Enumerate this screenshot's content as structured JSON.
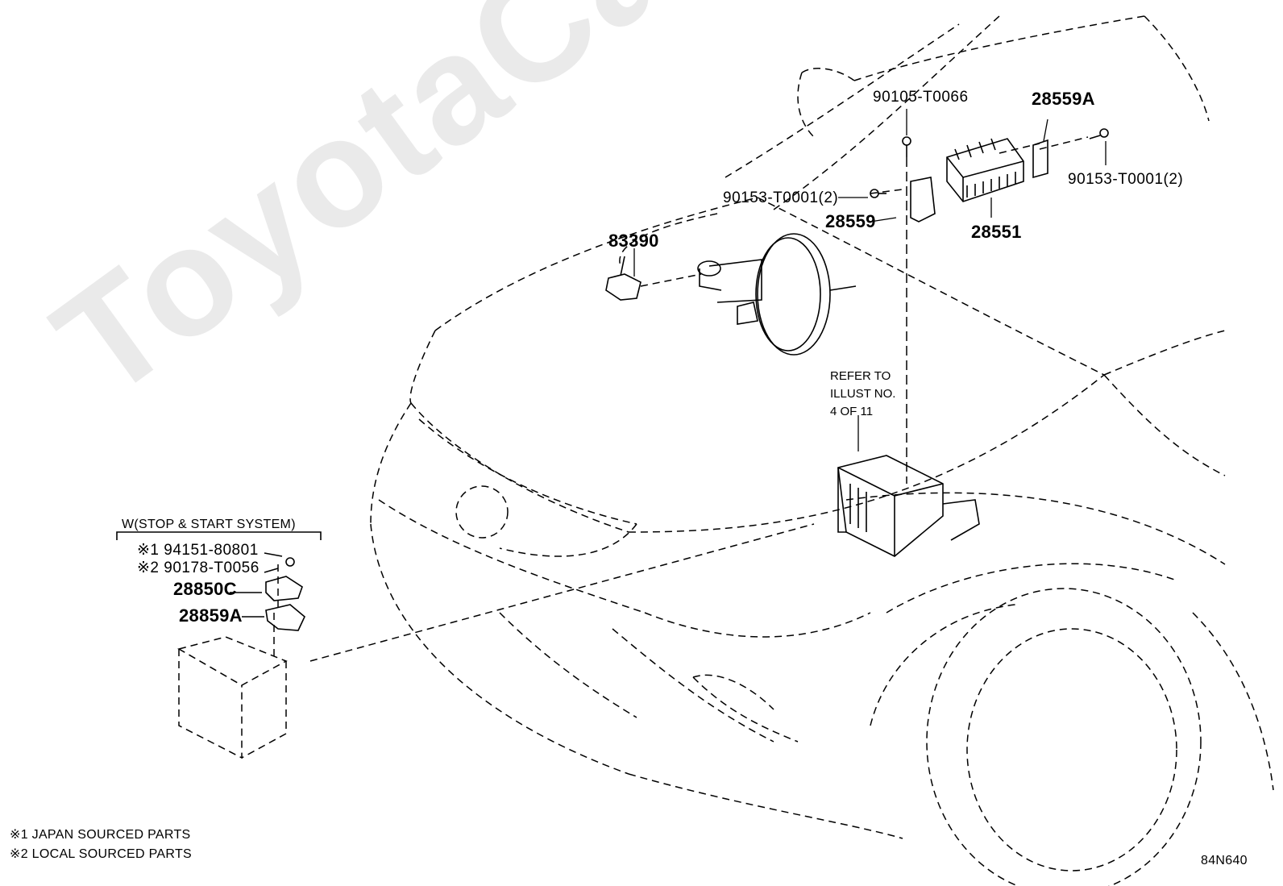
{
  "watermark": "ToyotaCarMine.ru",
  "parts": {
    "bolt_top": "90105-T0066",
    "bracket_right": "28559A",
    "bolt_right": "90153-T0001(2)",
    "bolt_left": "90153-T0001(2)",
    "bracket_left": "28559",
    "relay_unit": "28551",
    "clip": "83390"
  },
  "reference_note": "REFER TO\nILLUST NO.\n4 OF 11",
  "stop_start": {
    "heading": "W(STOP & START SYSTEM)",
    "nut_japan": "※1 94151-80801",
    "nut_local": "※2 90178-T0056",
    "sensor": "28850C",
    "bracket": "28859A"
  },
  "legend": {
    "line1": "※1 JAPAN SOURCED PARTS",
    "line2": "※2 LOCAL SOURCED PARTS"
  },
  "illustration_code": "84N640"
}
